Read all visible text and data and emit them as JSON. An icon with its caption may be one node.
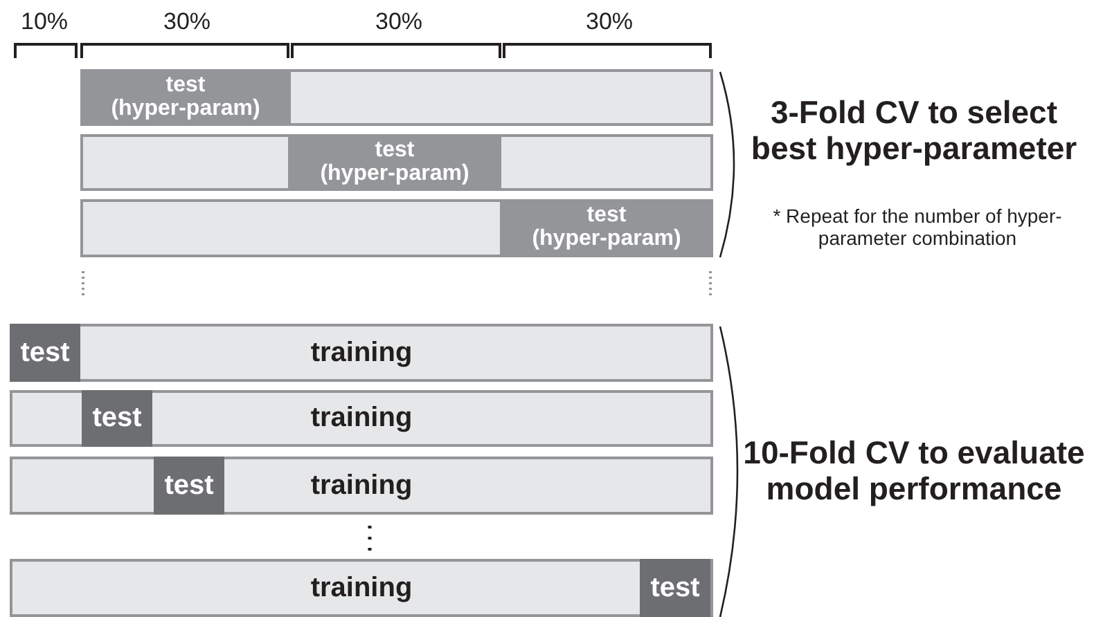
{
  "diagram": {
    "nodes": [
      {
        "text": [],
        "shape": "bar"
      },
      {
        "text": [
          "test (hyper-param)"
        ],
        "in": 0
      },
      {
        "text": [],
        "shape": "bar"
      },
      {
        "text": [
          "test (hyper-param)"
        ],
        "in": 2
      },
      {
        "text": [],
        "shape": "bar"
      },
      {
        "text": [
          "test (hyper-param)"
        ],
        "in": 4
      },
      {
        "text": [
          "training"
        ]
      },
      {
        "text": [
          "test"
        ],
        "in": 6
      },
      {
        "text": [
          "training"
        ]
      },
      {
        "text": [
          "test"
        ],
        "in": 8
      },
      {
        "text": [
          "training"
        ]
      },
      {
        "text": [
          "test"
        ],
        "in": 10
      },
      {
        "text": [
          "training"
        ]
      },
      {
        "text": [
          "test"
        ],
        "in": 12
      }
    ],
    "edges": [],
    "labels": [
      "10%",
      "30%",
      "30%",
      "30%",
      "3-Fold CV to select best hyper-parameter",
      "* Repeat for the number of hyper-parameter combination",
      "10-Fold CV to evaluate model performance"
    ]
  }
}
